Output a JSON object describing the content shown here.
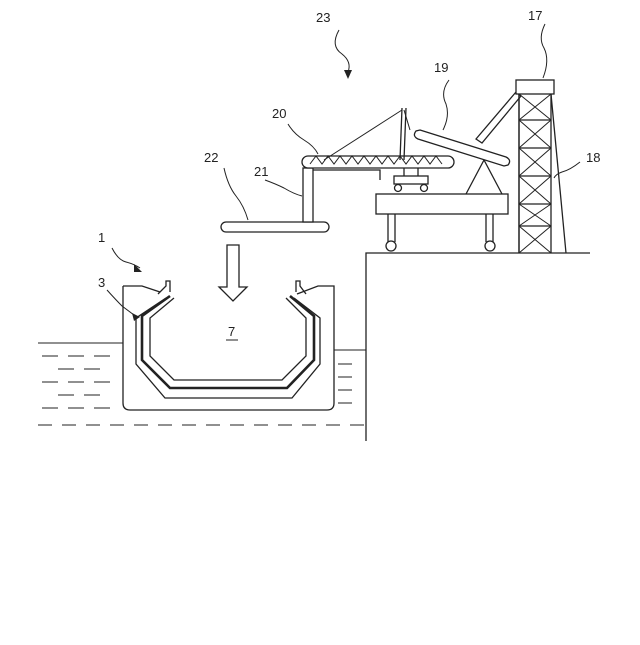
{
  "labels": {
    "harbor_structure": "1",
    "liner": "3",
    "interior_space": "7",
    "derrick_top": "17",
    "derrick_tower": "18",
    "inclined_conveyor": "19",
    "belt_conveyor": "20",
    "conveyor_support": "21",
    "spreader": "22",
    "supply_system": "23"
  }
}
